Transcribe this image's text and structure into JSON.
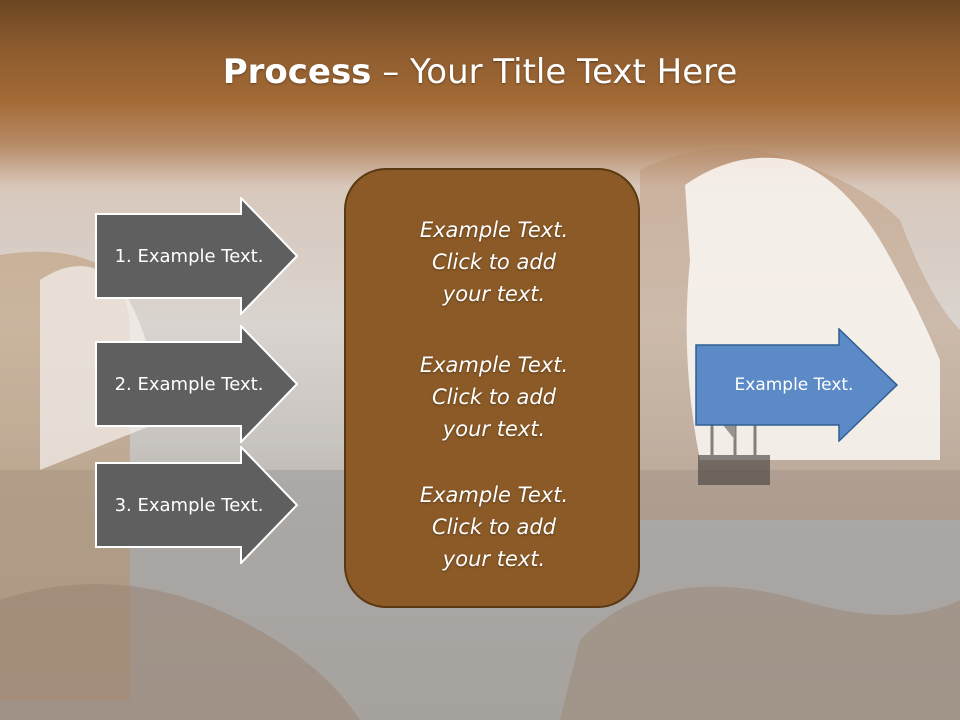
{
  "slide": {
    "title_bold": "Process",
    "title_rest": " – Your Title Text Here"
  },
  "left_steps": [
    {
      "label": "1. Example Text."
    },
    {
      "label": "2. Example Text."
    },
    {
      "label": "3. Example Text."
    }
  ],
  "center_box": {
    "blocks": [
      {
        "line1": "Example Text.",
        "line2": "Click  to add",
        "line3": "your text."
      },
      {
        "line1": "Example Text.",
        "line2": "Click  to add",
        "line3": "your text."
      },
      {
        "line1": "Example Text.",
        "line2": "Click  to add",
        "line3": "your text."
      }
    ]
  },
  "right_arrow": {
    "label": "Example Text."
  },
  "colors": {
    "title_band": "#8a5a2e",
    "step_arrow_fill": "#5f5f5f",
    "center_box_fill": "#8b5a27",
    "right_arrow_fill": "#5b8ac6"
  }
}
